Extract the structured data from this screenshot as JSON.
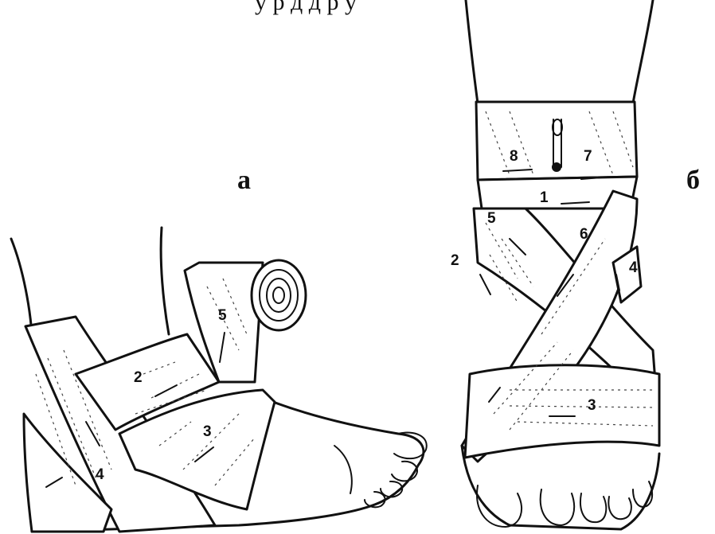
{
  "panels": {
    "left": {
      "label": "а",
      "band_numbers": [
        "2",
        "3",
        "4",
        "5"
      ]
    },
    "right": {
      "label": "б",
      "band_numbers": [
        "1",
        "2",
        "3",
        "4",
        "5",
        "6",
        "7",
        "8"
      ]
    }
  },
  "cropped_top_text": "у                        р д д     р у"
}
